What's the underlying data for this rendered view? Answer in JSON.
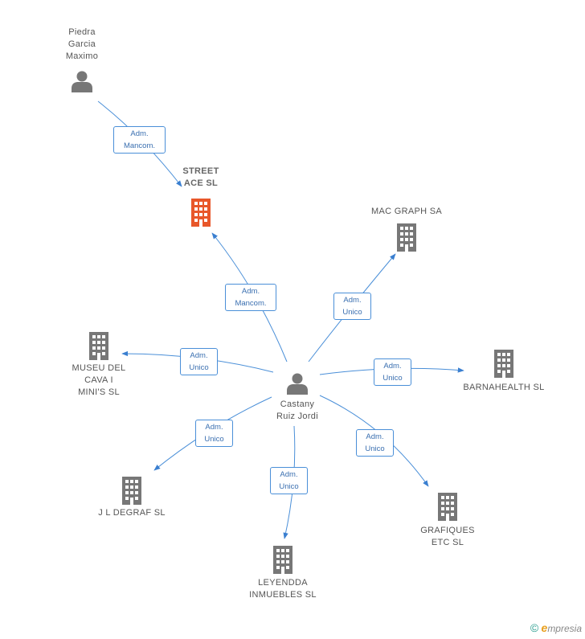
{
  "colors": {
    "edge": "#4a8fd8",
    "company": "#777777",
    "focus_company": "#e8572a",
    "person": "#777777"
  },
  "nodes": {
    "piedra": {
      "label": "Piedra\nGarcia\nMaximo",
      "icon": "person-icon"
    },
    "street": {
      "label": "STREET\nACE SL",
      "icon": "building-icon"
    },
    "macgraph": {
      "label": "MAC GRAPH SA",
      "icon": "building-icon"
    },
    "museu": {
      "label": "MUSEU DEL\nCAVA I\nMINI'S SL",
      "icon": "building-icon"
    },
    "castany": {
      "label": "Castany\nRuiz Jordi",
      "icon": "person-icon"
    },
    "barna": {
      "label": "BARNAHEALTH SL",
      "icon": "building-icon"
    },
    "jldegraf": {
      "label": "J L DEGRAF SL",
      "icon": "building-icon"
    },
    "leyendda": {
      "label": "LEYENDDA\nINMUEBLES SL",
      "icon": "building-icon"
    },
    "grafiques": {
      "label": "GRAFIQUES\nETC SL",
      "icon": "building-icon"
    }
  },
  "edges": {
    "piedra_street": "Adm.\nMancom.",
    "castany_street": "Adm.\nMancom.",
    "castany_macgraph": "Adm.\nUnico",
    "castany_museu": "Adm.\nUnico",
    "castany_barna": "Adm.\nUnico",
    "castany_jldegraf": "Adm.\nUnico",
    "castany_leyendda": "Adm.\nUnico",
    "castany_grafiques": "Adm.\nUnico"
  },
  "watermark": {
    "copyright": "©",
    "brand_e": "e",
    "brand_rest": "mpresia"
  }
}
